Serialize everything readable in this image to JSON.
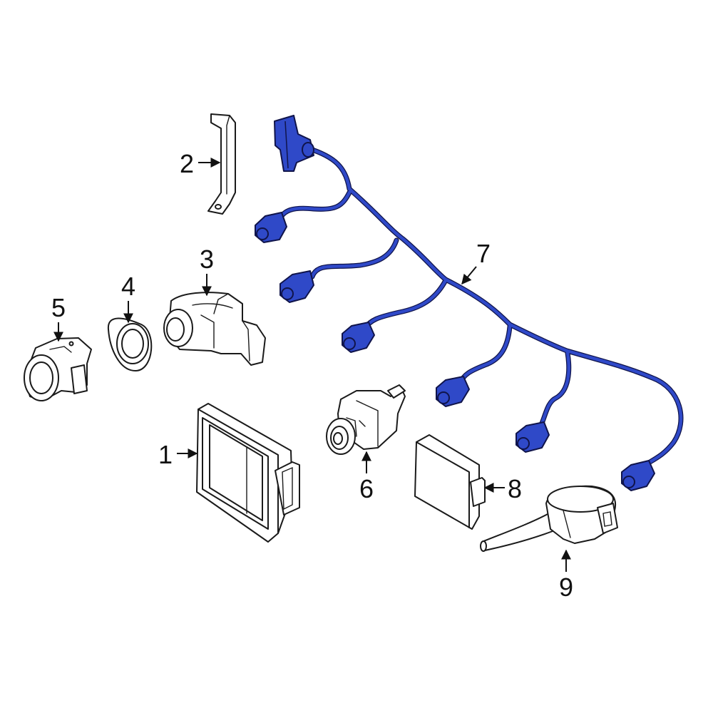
{
  "diagram": {
    "background": "#ffffff",
    "highlight_color": "#2f49c8",
    "highlight_dark": "#10144a",
    "line_color": "#1a1a1a",
    "callouts": [
      {
        "id": "1",
        "label": "1"
      },
      {
        "id": "2",
        "label": "2"
      },
      {
        "id": "3",
        "label": "3"
      },
      {
        "id": "4",
        "label": "4"
      },
      {
        "id": "5",
        "label": "5"
      },
      {
        "id": "6",
        "label": "6"
      },
      {
        "id": "7",
        "label": "7"
      },
      {
        "id": "8",
        "label": "8"
      },
      {
        "id": "9",
        "label": "9"
      }
    ]
  }
}
